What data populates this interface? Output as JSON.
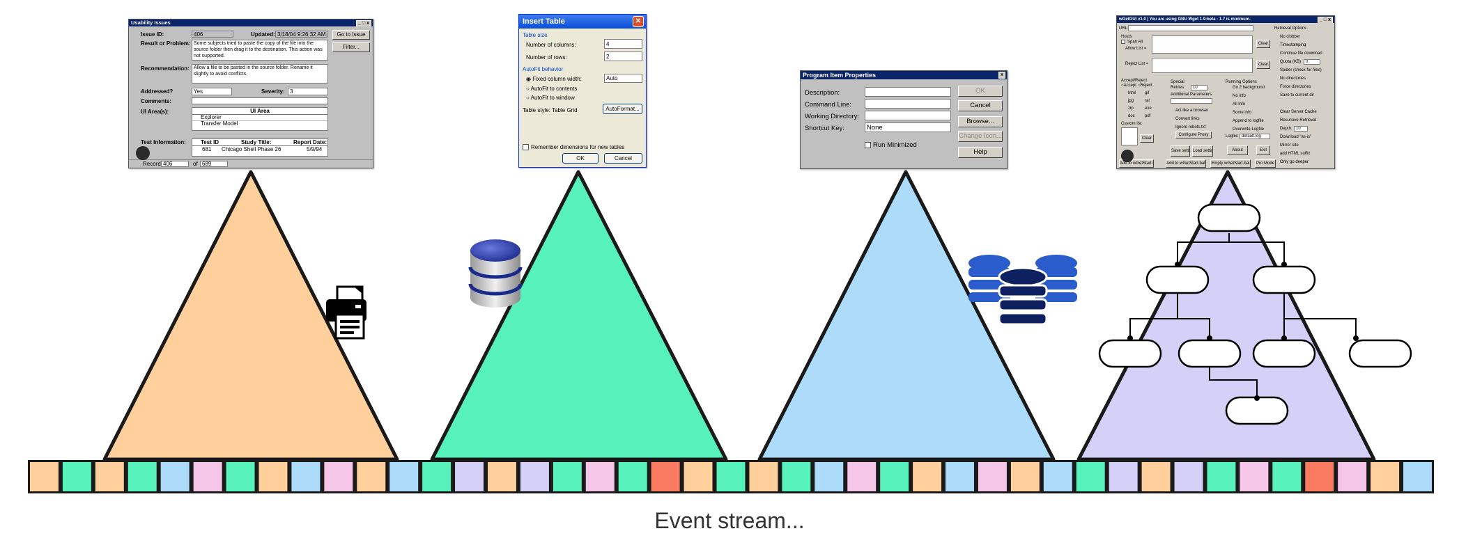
{
  "caption": "Event stream...",
  "colors": {
    "orange": "#FFD09B",
    "green": "#57F2BC",
    "blue": "#ADDCFB",
    "purple": "#D4D0F7",
    "pink": "#F6C6E8",
    "red": "#FB7B60",
    "outline": "#1a1a1a"
  },
  "event_stream": [
    "orange",
    "green",
    "orange",
    "green",
    "blue",
    "pink",
    "green",
    "orange",
    "blue",
    "pink",
    "orange",
    "blue",
    "green",
    "purple",
    "orange",
    "purple",
    "green",
    "pink",
    "green",
    "red",
    "orange",
    "green",
    "orange",
    "green",
    "blue",
    "pink",
    "green",
    "orange",
    "blue",
    "pink",
    "orange",
    "blue",
    "green",
    "purple",
    "orange",
    "purple",
    "green",
    "pink",
    "green",
    "red",
    "pink",
    "orange",
    "blue"
  ],
  "triangles": [
    "orange",
    "green",
    "blue",
    "purple"
  ],
  "icons": [
    "printer-icon",
    "database-icon",
    "databases-icon"
  ],
  "usability_window": {
    "title": "Usability Issues",
    "issue_id_label": "Issue ID:",
    "issue_id": "406",
    "updated_label": "Updated:",
    "updated": "3/18/04 9:26:32 AM",
    "result_label": "Result or Problem:",
    "result_text": "Some subjects tried to paste the copy of the file into the source folder then drag it to the destination. This action was not supported.",
    "recommendation_label": "Recommendation:",
    "recommendation_text": "Allow a file to be pasted in the source folder. Rename it slightly to avoid conflicts.",
    "addressed_label": "Addressed?",
    "addressed_value": "Yes",
    "severity_label": "Severity:",
    "severity_value": "3",
    "comments_label": "Comments:",
    "ui_areas_label": "UI Area(s):",
    "ui_area_header": "UI Area",
    "ui_areas": [
      "Explorer",
      "Transfer Model"
    ],
    "test_info_label": "Test Information:",
    "test_headers": [
      "Test ID",
      "Study Title:",
      "Report Date:"
    ],
    "test_row": [
      "681",
      "Chicago Shell Phase 26",
      "5/9/94"
    ],
    "go_button": "Go to Issue",
    "filter_button": "Filter...",
    "record_label": "Record:",
    "record_value": "406",
    "record_of": "of",
    "record_total": "689"
  },
  "insert_table_window": {
    "title": "Insert Table",
    "size_group": "Table size",
    "columns_label": "Number of columns:",
    "columns_value": "4",
    "rows_label": "Number of rows:",
    "rows_value": "2",
    "autofit_group": "AutoFit behavior",
    "fixed_label": "Fixed column width:",
    "fixed_value": "Auto",
    "contents_label": "AutoFit to contents",
    "window_label": "AutoFit to window",
    "style_label": "Table style: Table Grid",
    "autoformat_button": "AutoFormat...",
    "remember_label": "Remember dimensions for new tables",
    "ok_button": "OK",
    "cancel_button": "Cancel"
  },
  "program_item_window": {
    "title": "Program Item Properties",
    "description_label": "Description:",
    "command_label": "Command Line:",
    "directory_label": "Working Directory:",
    "shortcut_label": "Shortcut Key:",
    "shortcut_value": "None",
    "run_minimized_label": "Run Minimized",
    "ok_button": "OK",
    "cancel_button": "Cancel",
    "browse_button": "Browse...",
    "change_icon_button": "Change Icon...",
    "help_button": "Help"
  },
  "wget_window": {
    "title": "wGetGUI v1.0  |  You are using GNU Wget 1.9-beta - 1.7 is minimum.",
    "url_label": "URL:",
    "hosts_label": "Hosts",
    "span_all_label": "Span All",
    "allow_list_label": "Allow List =",
    "reject_list_label": "Reject List =",
    "clear_button": "Clear",
    "accept_reject_label": "Accept/Reject",
    "accept_label": "Accept",
    "reject_label": "Reject",
    "file_types": [
      "html",
      "gif",
      "jpg",
      "rar",
      "zip",
      "exe",
      "doc",
      "pdf"
    ],
    "custom_list_label": "Custom list",
    "special_label": "Special",
    "retries_label": "Retries",
    "retries_value": "10",
    "additional_params_label": "Additional Parameters:",
    "act_browser_label": "Act like a browser",
    "convert_links_label": "Convert links",
    "ignore_robots_label": "Ignore robots.txt",
    "configure_proxy_button": "Configure Proxy",
    "save_settings_button": "Save settings",
    "load_settings_button": "Load settings",
    "running_options_label": "Running Options",
    "run_bg_label": "Go 2 background",
    "no_info_label": "No info",
    "all_info_label": "All info",
    "some_info_label": "Some info",
    "append_log_label": "Append to logfile",
    "overwrite_log_label": "Overwrite Logfile",
    "logfile_label": "Logfile",
    "logfile_value": "default.log",
    "about_button": "About",
    "exit_button": "Exit",
    "retrieval_label": "Retrieval Options",
    "no_clobber_label": "No clobber",
    "timestamping_label": "Timestamping",
    "continue_label": "Continue file download",
    "quota_label": "Quota (KB)",
    "quota_value": "0",
    "spider_label": "Spider (check for files)",
    "no_dirs_label": "No directories",
    "force_dirs_label": "Force directories",
    "save_current_label": "Save to current dir",
    "clear_cache_label": "Clear Server Cache",
    "recursive_label": "Recursive Retrieval",
    "depth_label": "Depth:",
    "depth_value": "10",
    "download_label": "Download \"as-is\"",
    "mirror_label": "Mirror site",
    "add_html_label": "add HTML suffix",
    "only_deeper_label": "Only go deeper",
    "bottom_buttons": [
      "Add to wGetStart.bat",
      "Add to wGetStart.bat",
      "Empty wGetStart.bat",
      "Pro Mode"
    ]
  }
}
